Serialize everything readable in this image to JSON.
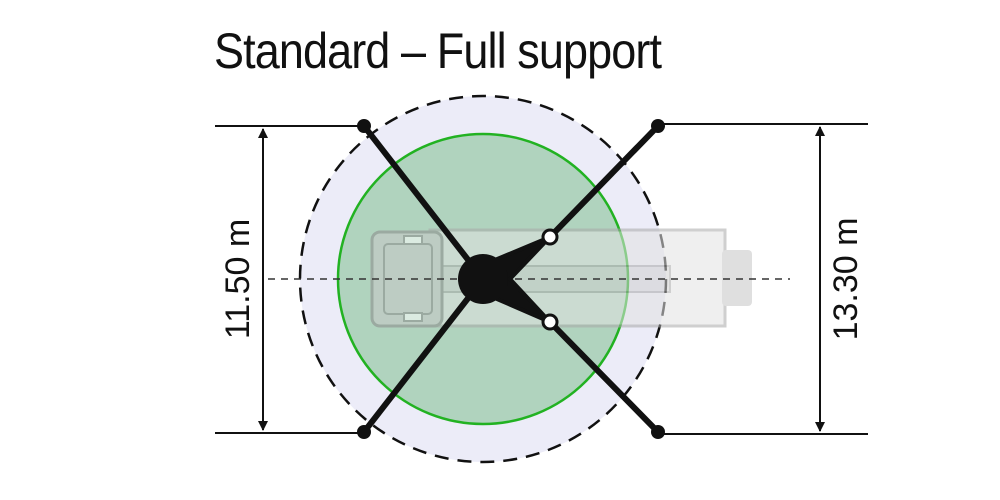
{
  "title": "Standard – Full support",
  "dimensions": {
    "left_label": "11.50 m",
    "right_label": "13.30 m"
  },
  "colors": {
    "outer_zone": "#ececf8",
    "inner_zone": "#b0d3be",
    "inner_ring": "#22b222",
    "outrigger": "#111111",
    "vehicle_outline": "#b4b4b4",
    "dimension_line": "#111111"
  }
}
